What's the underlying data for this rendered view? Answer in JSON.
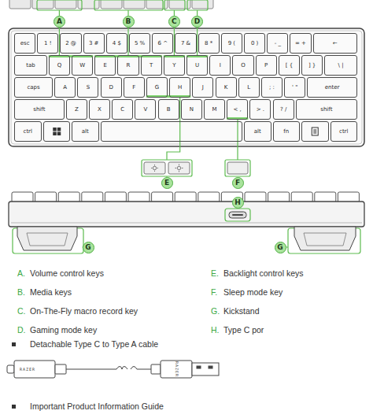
{
  "diagram": {
    "nodes": [
      {
        "text": [
          "A"
        ]
      },
      {
        "text": [
          "B"
        ]
      },
      {
        "text": [
          "C"
        ]
      },
      {
        "text": [
          "D"
        ]
      },
      {
        "text": [
          "esc"
        ]
      },
      {
        "text": [
          "1 !"
        ]
      },
      {
        "text": [
          "2 @"
        ]
      },
      {
        "text": [
          "3 #"
        ]
      },
      {
        "text": [
          "4 $"
        ]
      },
      {
        "text": [
          "5 %"
        ]
      },
      {
        "text": [
          "6 ^"
        ]
      },
      {
        "text": [
          "7 &"
        ]
      },
      {
        "text": [
          "8 *"
        ]
      },
      {
        "text": [
          "9 ("
        ]
      },
      {
        "text": [
          "0 )"
        ]
      },
      {
        "text": [
          "- _"
        ]
      },
      {
        "text": [
          "= +"
        ]
      },
      {
        "text": [
          "←"
        ]
      },
      {
        "text": [
          "tab"
        ]
      },
      {
        "text": [
          "Q"
        ]
      },
      {
        "text": [
          "W"
        ]
      },
      {
        "text": [
          "E"
        ]
      },
      {
        "text": [
          "R"
        ]
      },
      {
        "text": [
          "T"
        ]
      },
      {
        "text": [
          "Y"
        ]
      },
      {
        "text": [
          "U"
        ]
      },
      {
        "text": [
          "I"
        ]
      },
      {
        "text": [
          "O"
        ]
      },
      {
        "text": [
          "P"
        ]
      },
      {
        "text": [
          "[ {"
        ]
      },
      {
        "text": [
          "] }"
        ]
      },
      {
        "text": [
          "\\ |"
        ]
      },
      {
        "text": [
          "caps"
        ]
      },
      {
        "text": [
          "A"
        ]
      },
      {
        "text": [
          "S"
        ]
      },
      {
        "text": [
          "D"
        ]
      },
      {
        "text": [
          "F"
        ]
      },
      {
        "text": [
          "G"
        ]
      },
      {
        "text": [
          "H"
        ]
      },
      {
        "text": [
          "J"
        ]
      },
      {
        "text": [
          "K"
        ]
      },
      {
        "text": [
          "L"
        ]
      },
      {
        "text": [
          "; :"
        ]
      },
      {
        "text": [
          "' \""
        ]
      },
      {
        "text": [
          "enter"
        ]
      },
      {
        "text": [
          "shift"
        ]
      },
      {
        "text": [
          "Z"
        ]
      },
      {
        "text": [
          "X"
        ]
      },
      {
        "text": [
          "C"
        ]
      },
      {
        "text": [
          "V"
        ]
      },
      {
        "text": [
          "B"
        ]
      },
      {
        "text": [
          "N"
        ]
      },
      {
        "text": [
          "M"
        ]
      },
      {
        "text": [
          "< ,"
        ]
      },
      {
        "text": [
          "> ."
        ]
      },
      {
        "text": [
          "? /"
        ]
      },
      {
        "text": [
          "shift"
        ]
      },
      {
        "text": [
          "ctrl"
        ]
      },
      {
        "text": [
          "alt"
        ]
      },
      {
        "text": [
          "alt"
        ]
      },
      {
        "text": [
          "fn"
        ]
      },
      {
        "text": [
          "ctrl"
        ]
      },
      {
        "text": [
          "E"
        ]
      },
      {
        "text": [
          "F"
        ]
      },
      {
        "text": [
          "H"
        ]
      },
      {
        "text": [
          "G"
        ]
      },
      {
        "text": [
          "G"
        ]
      }
    ],
    "labels": [
      "A.",
      "Volume control keys",
      "B.",
      "Media keys",
      "C.",
      "On-The-Fly macro record key",
      "D.",
      "Gaming mode key",
      "E.",
      "Backlight control keys",
      "F.",
      "Sleep mode key",
      "G.",
      "Kickstand",
      "H.",
      "Type C por",
      "Detachable Type C to Type A cable",
      "RAZER",
      "RAZER",
      "Important Product Information Guide"
    ]
  }
}
